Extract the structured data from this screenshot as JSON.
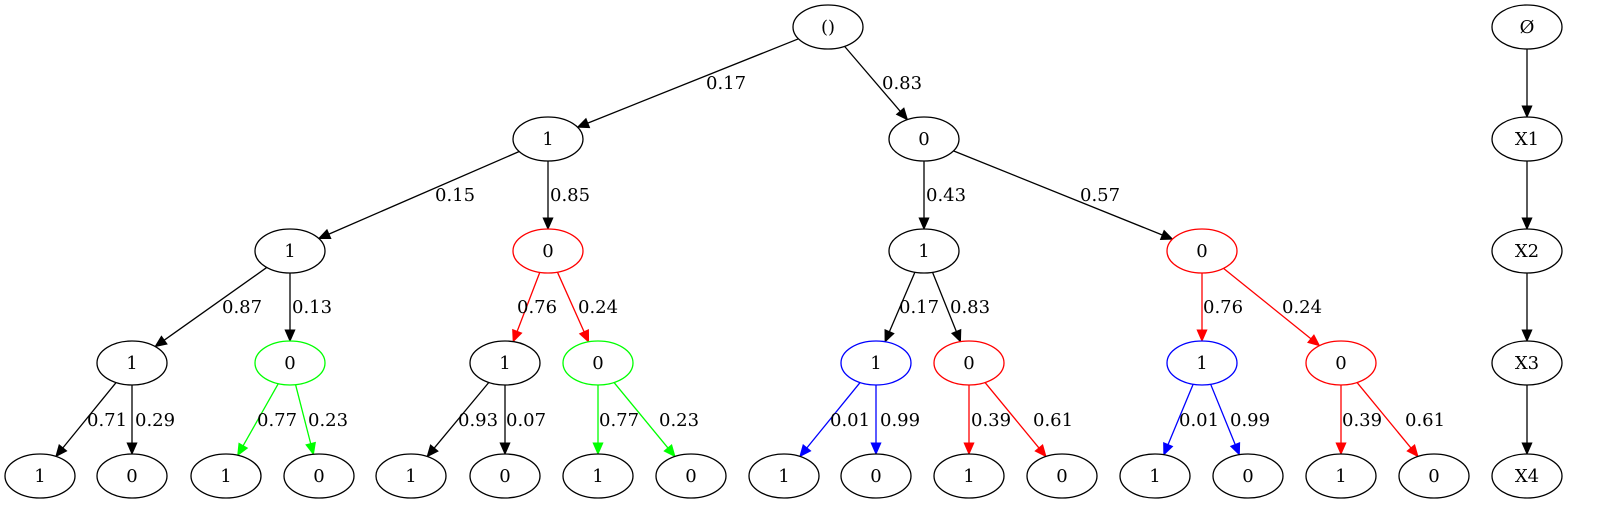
{
  "colors": {
    "default": "#000000",
    "red": "#ff0000",
    "green": "#00ff00",
    "blue": "#0000ff"
  },
  "nodes": [
    {
      "id": "root",
      "label": "()",
      "color": "default"
    },
    {
      "id": "n1",
      "label": "1",
      "color": "default"
    },
    {
      "id": "n0",
      "label": "0",
      "color": "default"
    },
    {
      "id": "n11",
      "label": "1",
      "color": "default"
    },
    {
      "id": "n10",
      "label": "0",
      "color": "red"
    },
    {
      "id": "n01",
      "label": "1",
      "color": "default"
    },
    {
      "id": "n00",
      "label": "0",
      "color": "red"
    },
    {
      "id": "n111",
      "label": "1",
      "color": "default"
    },
    {
      "id": "n110",
      "label": "0",
      "color": "green"
    },
    {
      "id": "n101",
      "label": "1",
      "color": "default"
    },
    {
      "id": "n100",
      "label": "0",
      "color": "green"
    },
    {
      "id": "n011",
      "label": "1",
      "color": "blue"
    },
    {
      "id": "n010",
      "label": "0",
      "color": "red"
    },
    {
      "id": "n001",
      "label": "1",
      "color": "blue"
    },
    {
      "id": "n000",
      "label": "0",
      "color": "red"
    },
    {
      "id": "n1111",
      "label": "1",
      "color": "default"
    },
    {
      "id": "n1110",
      "label": "0",
      "color": "default"
    },
    {
      "id": "n1101",
      "label": "1",
      "color": "default"
    },
    {
      "id": "n1100",
      "label": "0",
      "color": "default"
    },
    {
      "id": "n1011",
      "label": "1",
      "color": "default"
    },
    {
      "id": "n1010",
      "label": "0",
      "color": "default"
    },
    {
      "id": "n1001",
      "label": "1",
      "color": "default"
    },
    {
      "id": "n1000",
      "label": "0",
      "color": "default"
    },
    {
      "id": "n0111",
      "label": "1",
      "color": "default"
    },
    {
      "id": "n0110",
      "label": "0",
      "color": "default"
    },
    {
      "id": "n0101",
      "label": "1",
      "color": "default"
    },
    {
      "id": "n0100",
      "label": "0",
      "color": "default"
    },
    {
      "id": "n0011",
      "label": "1",
      "color": "default"
    },
    {
      "id": "n0010",
      "label": "0",
      "color": "default"
    },
    {
      "id": "n0001",
      "label": "1",
      "color": "default"
    },
    {
      "id": "n0000",
      "label": "0",
      "color": "default"
    },
    {
      "id": "v0",
      "label": "Ø",
      "color": "default"
    },
    {
      "id": "v1",
      "label": "X1",
      "color": "default"
    },
    {
      "id": "v2",
      "label": "X2",
      "color": "default"
    },
    {
      "id": "v3",
      "label": "X3",
      "color": "default"
    },
    {
      "id": "v4",
      "label": "X4",
      "color": "default"
    }
  ],
  "edges": [
    {
      "from": "root",
      "to": "n1",
      "label": "0.17",
      "color": "default"
    },
    {
      "from": "root",
      "to": "n0",
      "label": "0.83",
      "color": "default"
    },
    {
      "from": "n1",
      "to": "n11",
      "label": "0.15",
      "color": "default"
    },
    {
      "from": "n1",
      "to": "n10",
      "label": "0.85",
      "color": "default"
    },
    {
      "from": "n0",
      "to": "n01",
      "label": "0.43",
      "color": "default"
    },
    {
      "from": "n0",
      "to": "n00",
      "label": "0.57",
      "color": "default"
    },
    {
      "from": "n11",
      "to": "n111",
      "label": "0.87",
      "color": "default"
    },
    {
      "from": "n11",
      "to": "n110",
      "label": "0.13",
      "color": "default"
    },
    {
      "from": "n10",
      "to": "n101",
      "label": "0.76",
      "color": "red"
    },
    {
      "from": "n10",
      "to": "n100",
      "label": "0.24",
      "color": "red"
    },
    {
      "from": "n01",
      "to": "n011",
      "label": "0.17",
      "color": "default"
    },
    {
      "from": "n01",
      "to": "n010",
      "label": "0.83",
      "color": "default"
    },
    {
      "from": "n00",
      "to": "n001",
      "label": "0.76",
      "color": "red"
    },
    {
      "from": "n00",
      "to": "n000",
      "label": "0.24",
      "color": "red"
    },
    {
      "from": "n111",
      "to": "n1111",
      "label": "0.71",
      "color": "default"
    },
    {
      "from": "n111",
      "to": "n1110",
      "label": "0.29",
      "color": "default"
    },
    {
      "from": "n110",
      "to": "n1101",
      "label": "0.77",
      "color": "green"
    },
    {
      "from": "n110",
      "to": "n1100",
      "label": "0.23",
      "color": "green"
    },
    {
      "from": "n101",
      "to": "n1011",
      "label": "0.93",
      "color": "default"
    },
    {
      "from": "n101",
      "to": "n1010",
      "label": "0.07",
      "color": "default"
    },
    {
      "from": "n100",
      "to": "n1001",
      "label": "0.77",
      "color": "green"
    },
    {
      "from": "n100",
      "to": "n1000",
      "label": "0.23",
      "color": "green"
    },
    {
      "from": "n011",
      "to": "n0111",
      "label": "0.01",
      "color": "blue"
    },
    {
      "from": "n011",
      "to": "n0110",
      "label": "0.99",
      "color": "blue"
    },
    {
      "from": "n010",
      "to": "n0101",
      "label": "0.39",
      "color": "red"
    },
    {
      "from": "n010",
      "to": "n0100",
      "label": "0.61",
      "color": "red"
    },
    {
      "from": "n001",
      "to": "n0011",
      "label": "0.01",
      "color": "blue"
    },
    {
      "from": "n001",
      "to": "n0010",
      "label": "0.99",
      "color": "blue"
    },
    {
      "from": "n000",
      "to": "n0001",
      "label": "0.39",
      "color": "red"
    },
    {
      "from": "n000",
      "to": "n0000",
      "label": "0.61",
      "color": "red"
    },
    {
      "from": "v0",
      "to": "v1",
      "label": "",
      "color": "default"
    },
    {
      "from": "v1",
      "to": "v2",
      "label": "",
      "color": "default"
    },
    {
      "from": "v2",
      "to": "v3",
      "label": "",
      "color": "default"
    },
    {
      "from": "v3",
      "to": "v4",
      "label": "",
      "color": "default"
    }
  ]
}
